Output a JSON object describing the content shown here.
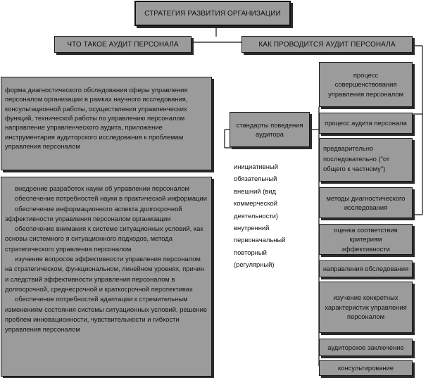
{
  "title": "СТРАТЕГИЯ РАЗВИТИЯ ОРГАНИЗАЦИИ",
  "left_header": "ЧТО ТАКОЕ АУДИТ ПЕРСОНАЛА",
  "right_header": "КАК ПРОВОДИТСЯ АУДИТ ПЕРСОНАЛА",
  "definition": {
    "line1": "форма диагностического обследования сферы управления персоналом организации в рамках научного исследования, консультационной работы, осуществления управленческих функций, технической работы по управлению персоналом",
    "line2": "направление управленческого аудита, приложение инструментария аудиторского исследования к проблемам управления персоналом"
  },
  "goals": [
    "внедрение разработок науки об управлении персоналом",
    "обеспечение потребностей науки в практической информации",
    "обеспечение информационного аспекта долгосрочной эффективности управления персоналом организации",
    "обеспечение внимания к системе ситуационных условий, как основы системного я ситуационного подходов, метода стратегического управления персоналом",
    "изучение вопросов эффективности управления персоналом на стратегическом, функциональном, линейном уровнях, причин и следствий эффективности управления персоналом в долгосрочной, среднесрочной и краткосрочной перспективах",
    "обеспечение потребностей адаптации к стремительным изменениям состояния системы ситуационных условий, решение проблем инновационности, чувствительности и гибкости управления персоналом"
  ],
  "auditor_standards": "стандарты поведения аудитора",
  "audit_types": [
    "инициативный",
    "обязательный",
    "внешний (вид коммерческой деятельности)",
    "внутренний",
    "первоначальный",
    "повторный (регулярный)"
  ],
  "right_column": {
    "improvement": "процесс совершенствования управления персоналом",
    "process": "процесс аудита персонала",
    "sequence": "предварительно последовательно (\"от общего к частному\")",
    "methods": "методы диагностического исследования",
    "assessment": "оценка соответствия критериям эффективности",
    "directions": "направления обследования",
    "study": "изучение конкретных характеристик управления персоналом",
    "conclusion": "аудиторское заключение",
    "consulting": "консультирование"
  }
}
